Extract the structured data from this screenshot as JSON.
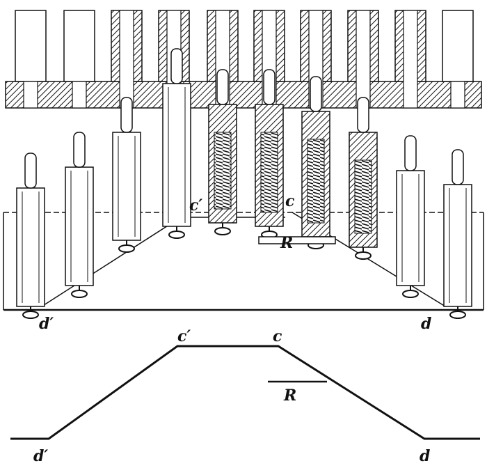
{
  "figure": {
    "top_labels": {
      "d_prime": "d′",
      "c_prime": "c′",
      "c": "c",
      "R": "R",
      "d": "d"
    },
    "profile_labels": {
      "c_prime": "c′",
      "c": "c",
      "R": "R",
      "d_prime": "d′",
      "d": "d"
    }
  }
}
